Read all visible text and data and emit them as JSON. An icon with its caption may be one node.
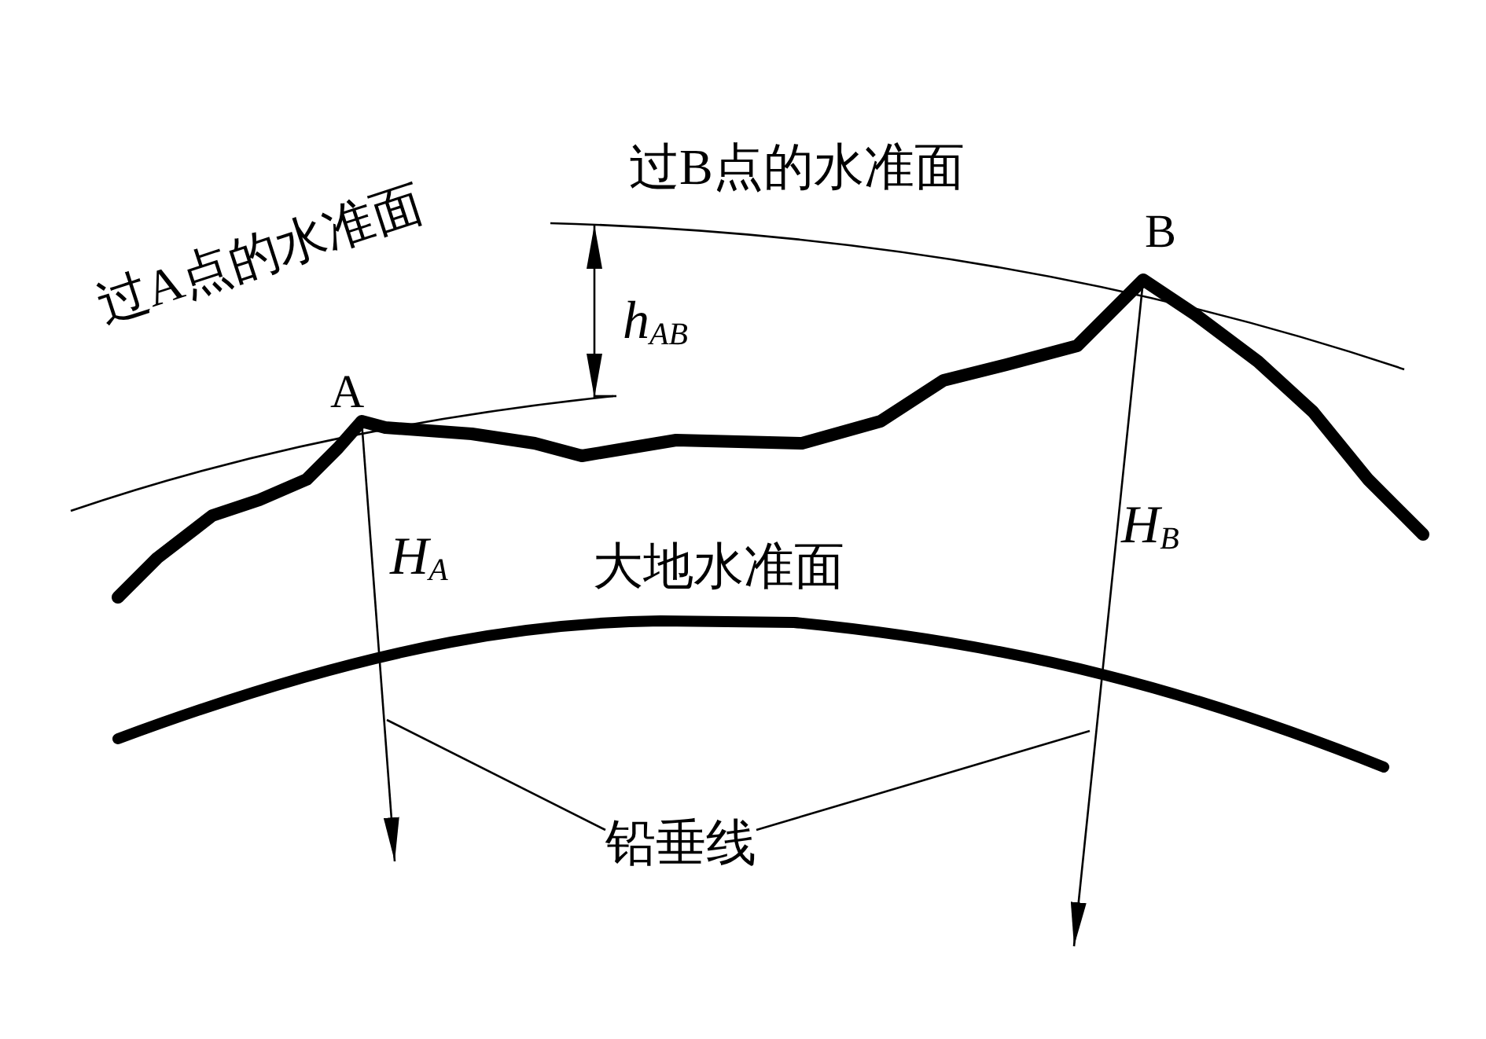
{
  "diagram": {
    "nodes": [
      {
        "text": [
          "铅垂线"
        ]
      },
      {
        "text": [],
        "shape": "line"
      },
      {
        "text": [],
        "shape": "line"
      }
    ],
    "edges": [
      {
        "from": 0,
        "to": 1,
        "arrow": "none"
      },
      {
        "from": 0,
        "to": 2,
        "arrow": "none"
      }
    ],
    "labels": [
      "过B点的水准面",
      "B",
      "过A点的水准面",
      "h$_{AB}$",
      "A",
      "H$_{A}$",
      "H$_{B}$",
      "大地水准面"
    ]
  }
}
